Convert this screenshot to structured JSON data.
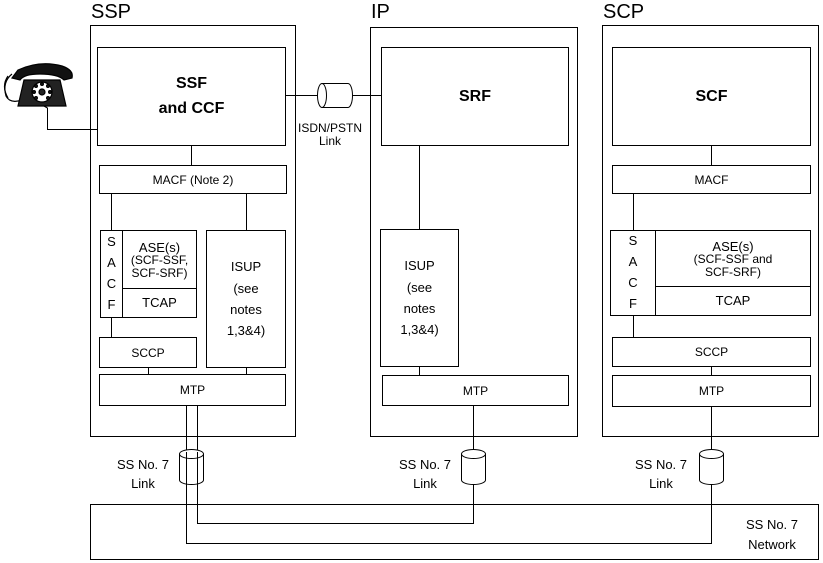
{
  "nodes": {
    "ssp": "SSP",
    "ip": "IP",
    "scp": "SCP"
  },
  "ssp": {
    "ssf_line1": "SSF",
    "ssf_line2": "and CCF",
    "macf": "MACF (Note 2)",
    "sacf": [
      "S",
      "A",
      "C",
      "F"
    ],
    "ase_line1": "ASE(s)",
    "ase_line2": "(SCF-SSF,",
    "ase_line3": "SCF-SRF)",
    "tcap": "TCAP",
    "isup": [
      "ISUP",
      "(see",
      "notes",
      "1,3&4)"
    ],
    "sccp": "SCCP",
    "mtp": "MTP"
  },
  "ip": {
    "srf": "SRF",
    "isup": [
      "ISUP",
      "(see",
      "notes",
      "1,3&4)"
    ],
    "mtp": "MTP"
  },
  "scp": {
    "scf": "SCF",
    "macf": "MACF",
    "sacf": [
      "S",
      "A",
      "C",
      "F"
    ],
    "ase_line1": "ASE(s)",
    "ase_line2": "(SCF-SSF and",
    "ase_line3": "SCF-SRF)",
    "tcap": "TCAP",
    "sccp": "SCCP",
    "mtp": "MTP"
  },
  "links": {
    "isdn_line1": "ISDN/PSTN",
    "isdn_line2": "Link",
    "ss7_line1": "SS No. 7",
    "ss7_line2": "Link"
  },
  "network": {
    "line1": "SS No. 7",
    "line2": "Network"
  },
  "icons": {
    "telephone": "telephone-icon",
    "cylinder": "link-cylinder-icon"
  }
}
